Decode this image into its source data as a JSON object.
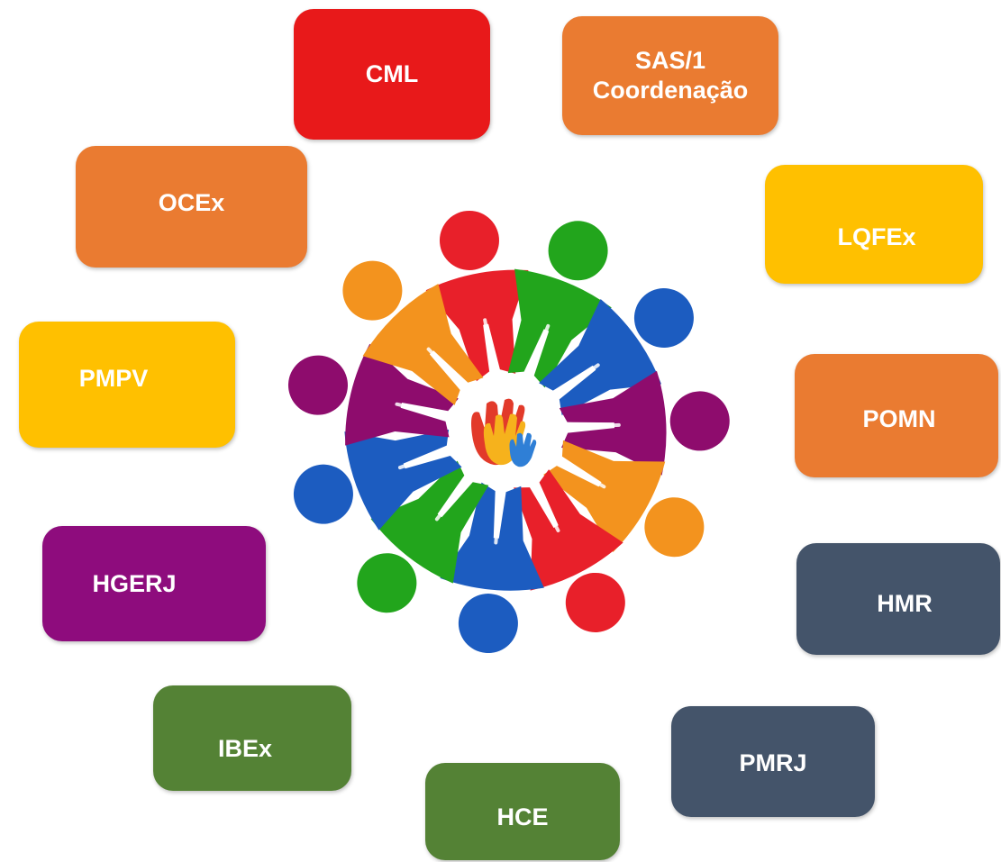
{
  "boxes": [
    {
      "id": "cml",
      "label": "CML",
      "color": "#e8191a"
    },
    {
      "id": "sas",
      "label": "SAS/1\nCoordenação",
      "color": "#ea7b31"
    },
    {
      "id": "ocex",
      "label": "OCEx",
      "color": "#ea7b31"
    },
    {
      "id": "lqfex",
      "label": "LQFEx",
      "color": "#ffc000"
    },
    {
      "id": "pmpv",
      "label": "PMPV",
      "color": "#ffc000"
    },
    {
      "id": "pomn",
      "label": "POMN",
      "color": "#ea7b31"
    },
    {
      "id": "hgerj",
      "label": "HGERJ",
      "color": "#8e0c7d"
    },
    {
      "id": "hmr",
      "label": "HMR",
      "color": "#44546a"
    },
    {
      "id": "ibex",
      "label": "IBEx",
      "color": "#548235"
    },
    {
      "id": "pmrj",
      "label": "PMRJ",
      "color": "#44546a"
    },
    {
      "id": "hce",
      "label": "HCE",
      "color": "#548235"
    }
  ],
  "figure_colors": [
    "#e8202a",
    "#22a51c",
    "#1c5cc0",
    "#8e0c6d",
    "#f3931e",
    "#e8202a",
    "#1c5cc0",
    "#22a51c",
    "#1c5cc0",
    "#8e0c6d",
    "#f3931e"
  ],
  "hands_colors": [
    "#e23a2a",
    "#f6b21c",
    "#2f7fd6"
  ]
}
